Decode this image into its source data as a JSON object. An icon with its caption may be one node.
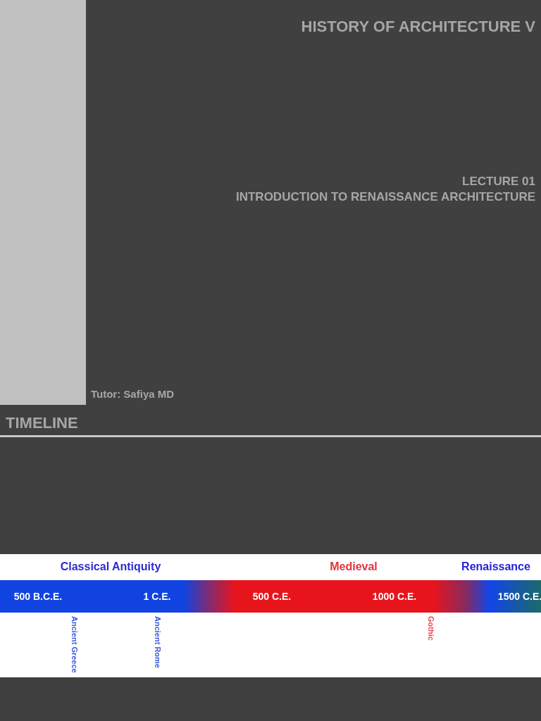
{
  "diagram": {
    "title": "HISTORY OF ARCHITECTURE V",
    "nodes": [
      {
        "text": [
          "Classical Antiquity",
          "Medieval",
          "Renaissance",
          "Ancient Greece",
          "Ancient Rome",
          "Gothic"
        ]
      },
      {
        "text": [
          "500 B.C.E.",
          "1 C.E.",
          "500 C.E.",
          "1000 C.E.",
          "1500 C.E."
        ],
        "in": 0
      }
    ],
    "labels": [
      "LECTURE 01",
      "INTRODUCTION TO RENAISSANCE ARCHITECTURE",
      "Tutor: Safiya MD",
      "TIMELINE"
    ]
  }
}
